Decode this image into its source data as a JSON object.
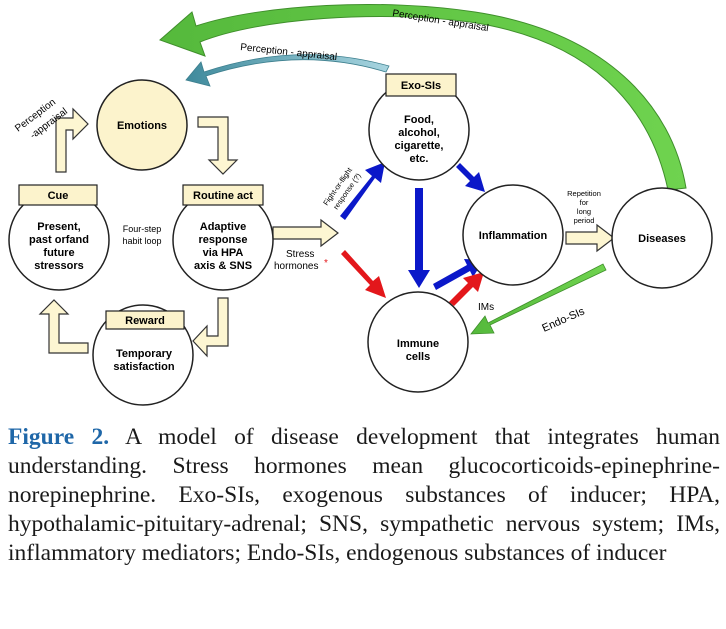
{
  "diagram": {
    "nodes": {
      "emotions": {
        "label": "Emotions"
      },
      "cue": {
        "header": "Cue",
        "lines": [
          "Present,",
          "past orfand",
          "future",
          "stressors"
        ]
      },
      "routine": {
        "header": "Routine act",
        "lines": [
          "Adaptive",
          "response",
          "via HPA",
          "axis & SNS"
        ]
      },
      "reward": {
        "header": "Reward",
        "lines": [
          "Temporary",
          "satisfaction"
        ]
      },
      "exo": {
        "header": "Exo-SIs",
        "lines": [
          "Food,",
          "alcohol,",
          "cigarette,",
          "etc."
        ]
      },
      "inflammation": {
        "label": "Inflammation"
      },
      "immune": {
        "lines": [
          "Immune",
          "cells"
        ]
      },
      "diseases": {
        "label": "Diseases"
      }
    },
    "labels": {
      "perception_top": "Perception - appraisal",
      "perception_mid": "Perception - appraisal",
      "perception_left": [
        "Perception",
        "-appraisal"
      ],
      "habit_loop": [
        "Four-step",
        "habit loop"
      ],
      "stress": [
        "Stress",
        "hormones"
      ],
      "stress_mark": "*",
      "fight_flight": [
        "Fight-or-flight",
        "response (?)"
      ],
      "repetition": [
        "Repetition",
        "for",
        "long",
        "period"
      ],
      "ims": "IMs",
      "endo": "Endo-SIs"
    },
    "colors": {
      "node_fill": "#ffffff",
      "emotions_fill": "#fcf3cc",
      "header_fill": "#fcf3cc",
      "outline_arrow_fill": "#fdf6d2",
      "blue_arrow": "#0b18c9",
      "red_arrow": "#e3171b",
      "green_arrow": "#62c744",
      "teal_arrow": "#4a93a3"
    }
  },
  "caption": {
    "label": "Figure 2.",
    "text": " A model of disease development that integrates human understanding. Stress hormones mean glucocorti­coids-epinephrine-norepinephrine. Exo-SIs, exogenous sub­stances of inducer; HPA, hypothalamic-pituitary-adrenal; SNS, sympathetic nervous system; IMs, inflammatory mediators; Endo-SIs, endogenous substances of inducer"
  }
}
